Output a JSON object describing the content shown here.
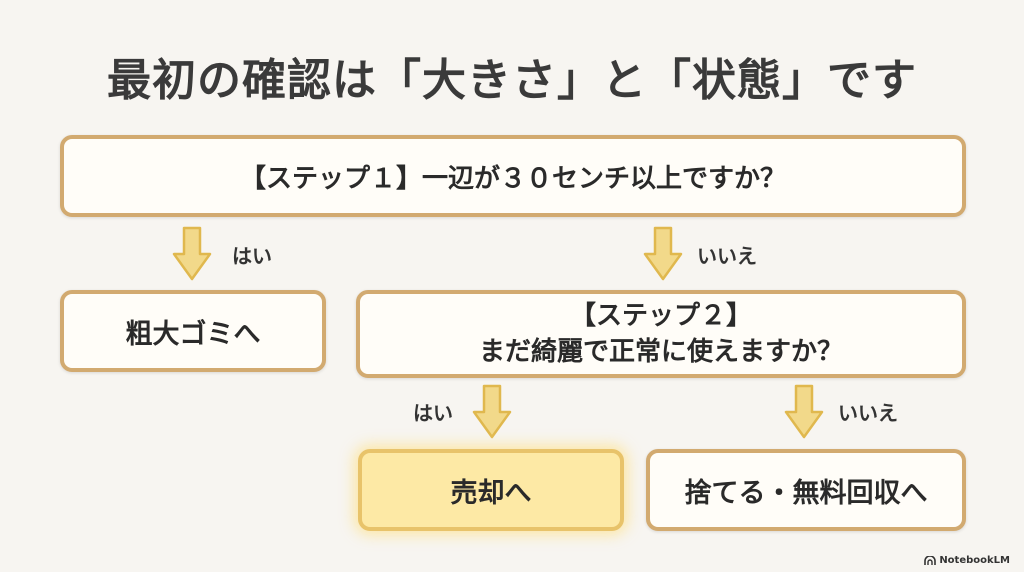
{
  "title": "最初の確認は「大きさ」と「状態」です",
  "step1": {
    "question": "【ステップ１】一辺が３０センチ以上ですか？"
  },
  "step1_yes": {
    "label": "はい",
    "result": "粗大ゴミへ"
  },
  "step1_no": {
    "label": "いいえ"
  },
  "step2": {
    "heading": "【ステップ２】",
    "question": "まだ綺麗で正常に使えますか？"
  },
  "step2_yes": {
    "label": "はい",
    "result": "売却へ"
  },
  "step2_no": {
    "label": "いいえ",
    "result": "捨てる・無料回収へ"
  },
  "brand": "NotebookLM",
  "colors": {
    "border": "#d2aa70",
    "arrow": "#f2d98a",
    "highlight": "#fde9a5"
  }
}
